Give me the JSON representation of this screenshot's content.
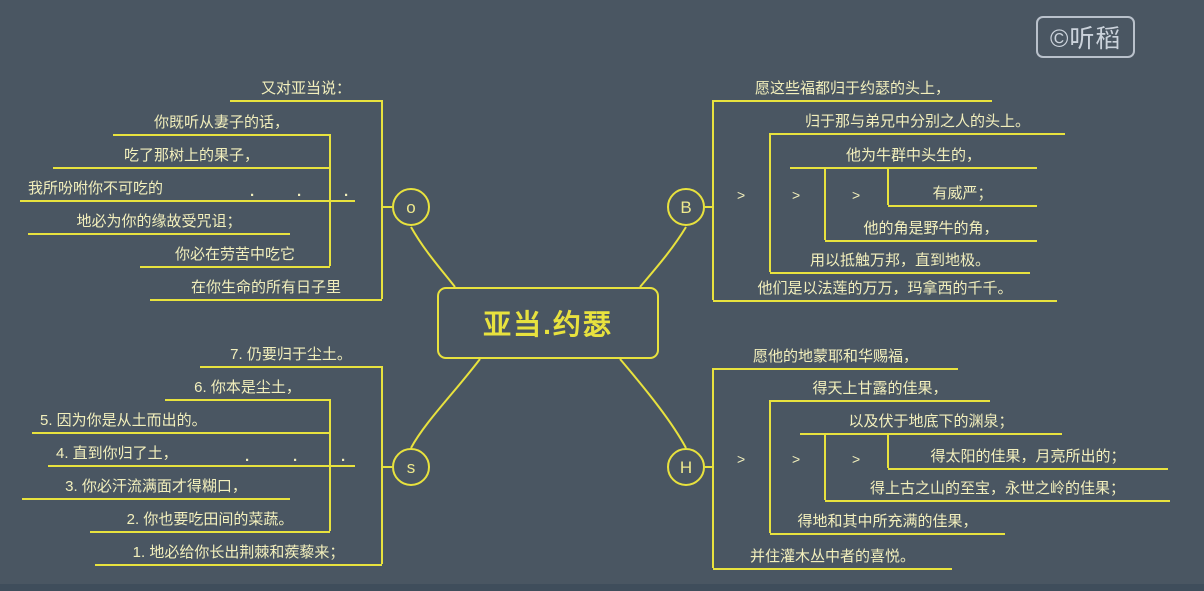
{
  "colors": {
    "bg": "#4a5662",
    "accent": "#e8e23e",
    "text": "#f2efbc"
  },
  "watermark": "©听稻",
  "center": {
    "title": "亚当.约瑟"
  },
  "branches": {
    "top_left": {
      "label": "o",
      "dots": [
        ".",
        ".",
        "."
      ],
      "items": [
        {
          "text": "又对亚当说："
        },
        {
          "text": "你既听从妻子的话，"
        },
        {
          "text": "吃了那树上的果子，"
        },
        {
          "text": "我所吩咐你不可吃的"
        },
        {
          "text": "地必为你的缘故受咒诅；"
        },
        {
          "text": "你必在劳苦中吃它"
        },
        {
          "text": "在你生命的所有日子里"
        }
      ]
    },
    "top_right": {
      "label": "B",
      "chevrons": [
        ">",
        ">",
        ">"
      ],
      "items": [
        {
          "text": "愿这些福都归于约瑟的头上，"
        },
        {
          "text": "归于那与弟兄中分别之人的头上。"
        },
        {
          "text": "他为牛群中头生的，"
        },
        {
          "text": "有威严；"
        },
        {
          "text": "他的角是野牛的角，"
        },
        {
          "text": "用以抵触万邦，直到地极。"
        },
        {
          "text": "他们是以法莲的万万，玛拿西的千千。"
        }
      ]
    },
    "bottom_left": {
      "label": "s",
      "dots": [
        ".",
        ".",
        "."
      ],
      "items": [
        {
          "text": "7. 仍要归于尘土。"
        },
        {
          "text": "6. 你本是尘土，"
        },
        {
          "text": "5. 因为你是从土而出的。"
        },
        {
          "text": "4. 直到你归了土，"
        },
        {
          "text": "3. 你必汗流满面才得糊口，"
        },
        {
          "text": "2. 你也要吃田间的菜蔬。"
        },
        {
          "text": "1. 地必给你长出荆棘和蒺藜来；"
        }
      ]
    },
    "bottom_right": {
      "label": "H",
      "chevrons": [
        ">",
        ">",
        ">"
      ],
      "items": [
        {
          "text": "愿他的地蒙耶和华赐福，"
        },
        {
          "text": "得天上甘露的佳果，"
        },
        {
          "text": "以及伏于地底下的渊泉；"
        },
        {
          "text": "得太阳的佳果，月亮所出的；"
        },
        {
          "text": "得上古之山的至宝，永世之岭的佳果；"
        },
        {
          "text": "得地和其中所充满的佳果，"
        },
        {
          "text": "并住灌木丛中者的喜悦。"
        }
      ]
    }
  }
}
